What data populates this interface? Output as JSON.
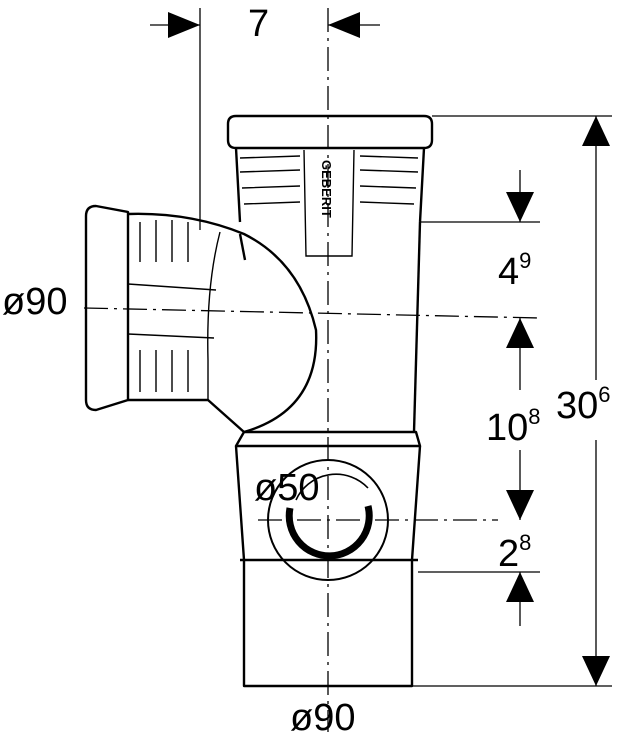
{
  "drawing": {
    "brand_text": "GEBERIT",
    "dimensions": {
      "offset_top": {
        "value": "7"
      },
      "side_inlet_diameter": {
        "value": "ø90"
      },
      "side_port_diameter": {
        "value": "ø50"
      },
      "bottom_diameter": {
        "value": "ø90"
      },
      "upper_height": {
        "base": "4",
        "sup": "9"
      },
      "middle_height": {
        "base": "10",
        "sup": "8"
      },
      "lower_height": {
        "base": "2",
        "sup": "8"
      },
      "total_height": {
        "base": "30",
        "sup": "6"
      }
    }
  },
  "colors": {
    "line": "#000000",
    "background": "#ffffff"
  }
}
